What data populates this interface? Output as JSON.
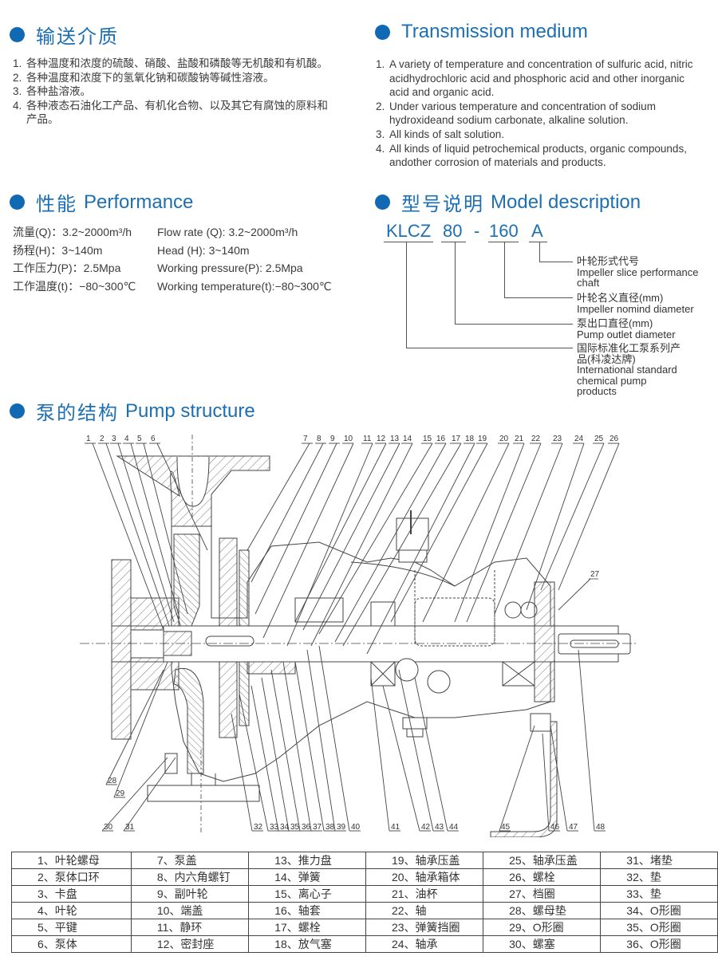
{
  "sections": {
    "medium_cn": {
      "title": "输送介质"
    },
    "medium_en": {
      "title": "Transmission medium"
    },
    "performance": {
      "title_cn": "性能",
      "title_en": "Performance"
    },
    "model": {
      "title_cn": "型号说明",
      "title_en": "Model description"
    },
    "structure": {
      "title_cn": "泵的结构",
      "title_en": "Pump  structure"
    }
  },
  "medium_cn_items": [
    {
      "num": "1.",
      "text": "各种温度和浓度的硫酸、硝酸、盐酸和磷酸等无机酸和有机酸。"
    },
    {
      "num": "2.",
      "text": "各种温度和浓度下的氢氧化钠和碳酸钠等碱性溶液。"
    },
    {
      "num": "3.",
      "text": "各种盐溶液。"
    },
    {
      "num": "4.",
      "text": "各种液态石油化工产品、有机化合物、以及其它有腐蚀的原料和产品。"
    }
  ],
  "medium_en_items": [
    {
      "num": "1.",
      "text": "A variety of temperature and concentration of sulfuric acid, nitric acidhydrochloric acid and phosphoric acid and other inorganic acid and organic acid."
    },
    {
      "num": "2.",
      "text": "Under various temperature and concentration of sodium hydroxideand sodium carbonate, alkaline solution."
    },
    {
      "num": "3.",
      "text": "All kinds of salt solution."
    },
    {
      "num": "4.",
      "text": "All kinds of liquid petrochemical products, organic compounds, andother corrosion of materials and products."
    }
  ],
  "performance": {
    "cn": [
      "流量(Q)：3.2~2000m³/h",
      "扬程(H)：3~140m",
      "工作压力(P)：2.5Mpa",
      "工作温度(t)：−80~300℃"
    ],
    "en": [
      "Flow rate (Q): 3.2~2000m³/h",
      "Head (H): 3~140m",
      "Working pressure(P): 2.5Mpa",
      "Working temperature(t):−80~300℃"
    ]
  },
  "model": {
    "parts": [
      "KLCZ",
      "80",
      "-",
      "160",
      "A"
    ],
    "descriptions": [
      {
        "cn": "叶轮形式代号",
        "en": "Impeller slice performance chaft"
      },
      {
        "cn": "叶轮名义直径(mm)",
        "en": "Impeller nomind diameter"
      },
      {
        "cn": "泵出口直径(mm)",
        "en": "Pump outlet diameter"
      },
      {
        "cn": "国际标准化工泵系列产品(科凌达牌)",
        "en": "International standard chemical pump products"
      }
    ]
  },
  "drawing": {
    "top_labels": [
      "1",
      "2",
      "3",
      "4",
      "5",
      "6",
      "7",
      "8",
      "9",
      "10",
      "11",
      "12",
      "13",
      "14",
      "15",
      "16",
      "17",
      "18",
      "19",
      "20",
      "21",
      "22",
      "23",
      "24",
      "25",
      "26"
    ],
    "side_label": "27",
    "bottom_labels": [
      "28",
      "29",
      "30",
      "31",
      "32",
      "33",
      "34",
      "35",
      "36",
      "37",
      "38",
      "39",
      "40",
      "41",
      "42",
      "43",
      "44",
      "45",
      "46",
      "47",
      "48"
    ]
  },
  "parts_table": [
    [
      "1、叶轮螺母",
      "7、泵盖",
      "13、推力盘",
      "19、轴承压盖",
      "25、轴承压盖",
      "31、堵垫"
    ],
    [
      "2、泵体口环",
      "8、内六角螺钉",
      "14、弹簧",
      "20、轴承箱体",
      "26、螺栓",
      "32、垫"
    ],
    [
      "3、卡盘",
      "9、副叶轮",
      "15、离心子",
      "21、油杯",
      "27、档圈",
      "33、垫"
    ],
    [
      "4、叶轮",
      "10、端盖",
      "16、轴套",
      "22、轴",
      "28、螺母垫",
      "34、O形圈"
    ],
    [
      "5、平键",
      "11、静环",
      "17、螺栓",
      "23、弹簧挡圈",
      "29、O形圈",
      "35、O形圈"
    ],
    [
      "6、泵体",
      "12、密封座",
      "18、放气塞",
      "24、轴承",
      "30、螺塞",
      "36、O形圈"
    ]
  ],
  "colors": {
    "accent": "#1d6fb3",
    "bullet": "#1269b3",
    "text": "#3a3a3a"
  }
}
